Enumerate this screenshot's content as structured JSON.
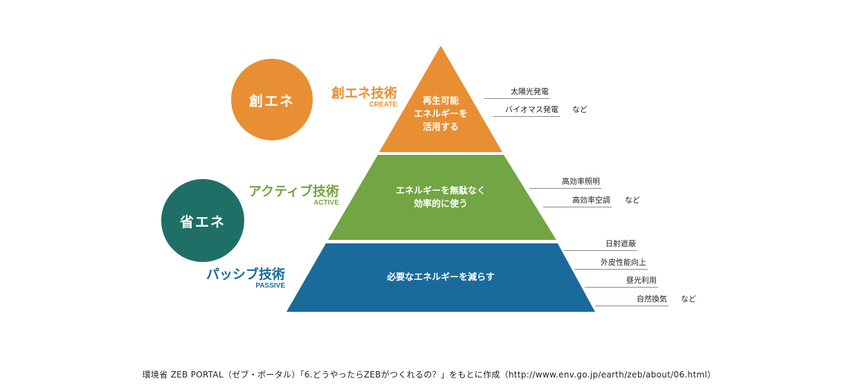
{
  "colors": {
    "create": "#E88F33",
    "active": "#72A544",
    "passive": "#1A6B9C",
    "save": "#1F6F66"
  },
  "circles": {
    "create": "創エネ",
    "save": "省エネ"
  },
  "techniques": {
    "create": {
      "jp": "創エネ技術",
      "en": "CREATE"
    },
    "active": {
      "jp": "アクティブ技術",
      "en": "ACTIVE"
    },
    "passive": {
      "jp": "パッシブ技術",
      "en": "PASSIVE"
    }
  },
  "tiers": {
    "top": {
      "line1": "再生可能",
      "line2": "エネルギーを",
      "line3": "活用する"
    },
    "middle": {
      "line1": "エネルギーを無駄なく",
      "line2": "効率的に使う"
    },
    "bottom": {
      "line1": "必要なエネルギーを減らす"
    }
  },
  "items": {
    "create": [
      "太陽光発電",
      "バイオマス発電"
    ],
    "active": [
      "高効率照明",
      "高効率空調"
    ],
    "passive": [
      "日射遮蔽",
      "外皮性能向上",
      "昼光利用",
      "自然換気"
    ],
    "etc": "など"
  },
  "caption": "環境省 ZEB PORTAL（ゼブ・ポータル）「6.どうやったらZEBがつくれるの？」をもとに作成（http://www.env.go.jp/earth/zeb/about/06.html）"
}
